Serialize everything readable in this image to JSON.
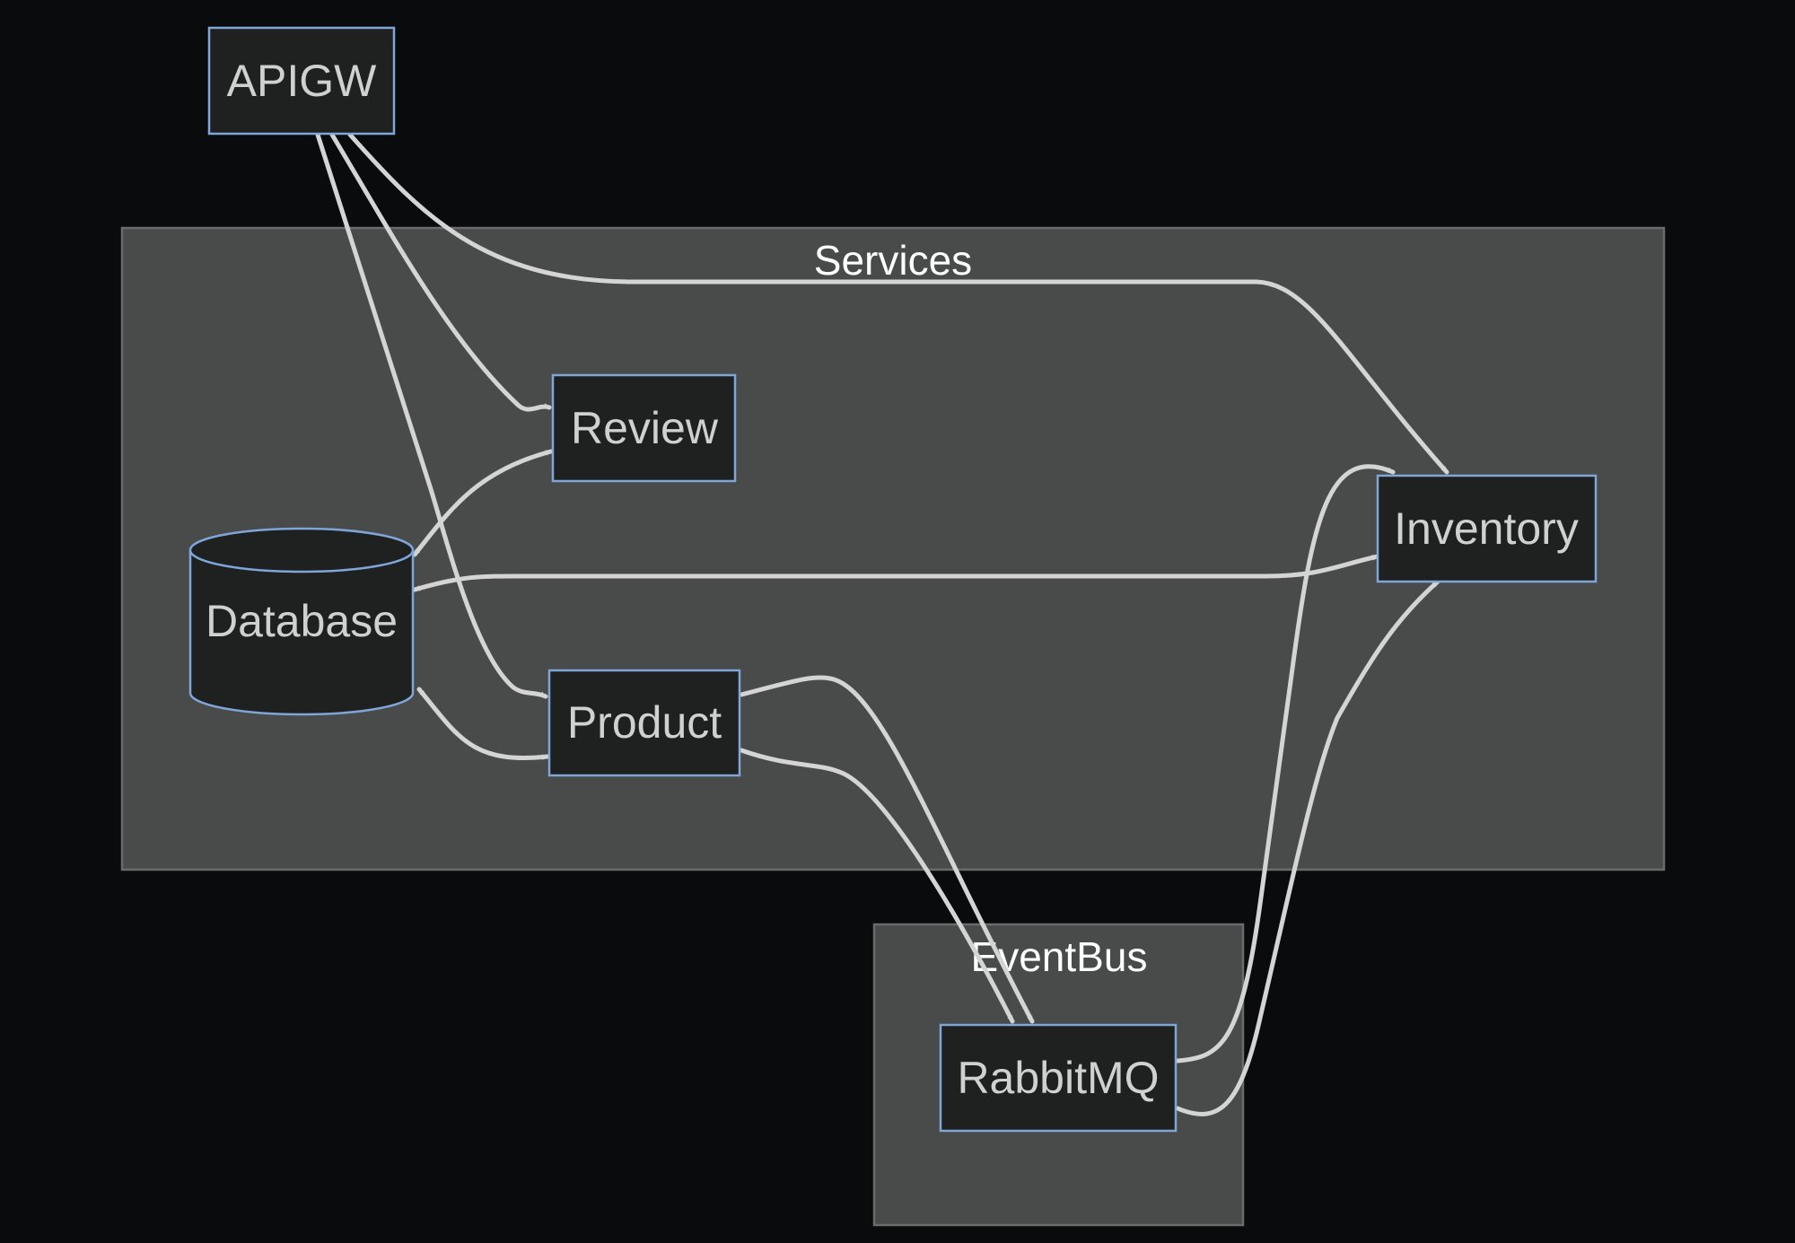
{
  "diagram": {
    "clusters": {
      "services": {
        "label": "Services"
      },
      "eventbus": {
        "label": "EventBus"
      }
    },
    "nodes": {
      "apigw": {
        "label": "APIGW",
        "shape": "rectangle"
      },
      "review": {
        "label": "Review",
        "shape": "rectangle"
      },
      "product": {
        "label": "Product",
        "shape": "rectangle"
      },
      "inventory": {
        "label": "Inventory",
        "shape": "rectangle"
      },
      "database": {
        "label": "Database",
        "shape": "cylinder"
      },
      "rabbitmq": {
        "label": "RabbitMQ",
        "shape": "rectangle"
      }
    },
    "edges": [
      {
        "from": "APIGW",
        "to": "Review",
        "direction": "forward"
      },
      {
        "from": "APIGW",
        "to": "Product",
        "direction": "forward"
      },
      {
        "from": "APIGW",
        "to": "Inventory",
        "direction": "forward"
      },
      {
        "from": "Database",
        "to": "Review",
        "direction": "both"
      },
      {
        "from": "Database",
        "to": "Product",
        "direction": "both"
      },
      {
        "from": "Database",
        "to": "Inventory",
        "direction": "both"
      },
      {
        "from": "Product",
        "to": "RabbitMQ",
        "direction": "forward"
      },
      {
        "from": "Product",
        "to": "RabbitMQ",
        "direction": "forward"
      },
      {
        "from": "RabbitMQ",
        "to": "Inventory",
        "direction": "forward"
      },
      {
        "from": "RabbitMQ",
        "to": "Inventory",
        "direction": "forward"
      }
    ],
    "colors": {
      "background": "#0a0b0d",
      "cluster_fill": "#494a4a",
      "node_fill": "#1f2020",
      "node_border": "#7fa6d6",
      "edge": "#d4d4d4",
      "node_text": "#cfd0d0",
      "cluster_text": "#ffffff"
    }
  }
}
